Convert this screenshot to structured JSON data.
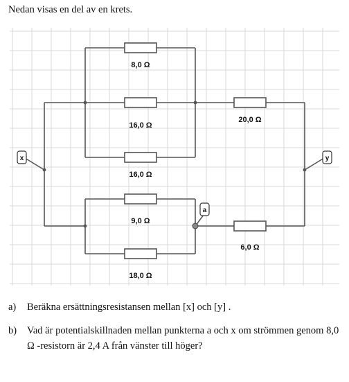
{
  "intro": "Nedan visas en del av en krets.",
  "circuit": {
    "resistors": {
      "r1": "8,0 Ω",
      "r2": "16,0 Ω",
      "r3": "16,0 Ω",
      "r4": "20,0 Ω",
      "r5": "9,0 Ω",
      "r6": "18,0 Ω",
      "r7": "6,0 Ω"
    },
    "points": {
      "x": "x",
      "y": "y",
      "a": "a"
    }
  },
  "questions": [
    {
      "label": "a)",
      "text": "Beräkna ersättningsresistansen mellan [x] och [y] ."
    },
    {
      "label": "b)",
      "text": "Vad är potentialskillnaden mellan punkterna a och x om strömmen genom 8,0 Ω -resistorn är 2,4 A från vänster till höger?"
    }
  ],
  "colors": {
    "wire": "#555555",
    "grid": "#d9d9d9"
  }
}
